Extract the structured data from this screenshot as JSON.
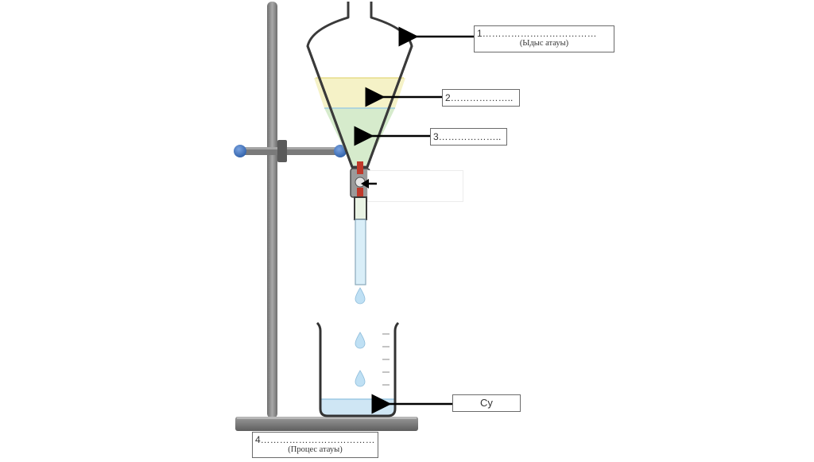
{
  "labels": {
    "label_1": "1………………………………",
    "label_1_caption": "(Ыдыс атауы)",
    "label_2": "2………………..",
    "label_3": "3………………..",
    "label_4": "4………………………………",
    "label_4_caption": "(Процес атауы)",
    "water_label": "Су"
  },
  "colors": {
    "stand": "#8c8c8c",
    "stand_dark": "#555555",
    "clamp_ball": "#4a78c2",
    "upper_layer": "#f5f2c7",
    "lower_layer": "#d6ebcc",
    "water": "#cfe6f4",
    "drop": "#bfe0f4",
    "stopcock_handle": "#c0392b",
    "arrow": "#000000"
  },
  "icons": {
    "drop": "droplet-icon",
    "stopcock": "stopcock-icon",
    "arrow": "arrow-left-icon"
  }
}
